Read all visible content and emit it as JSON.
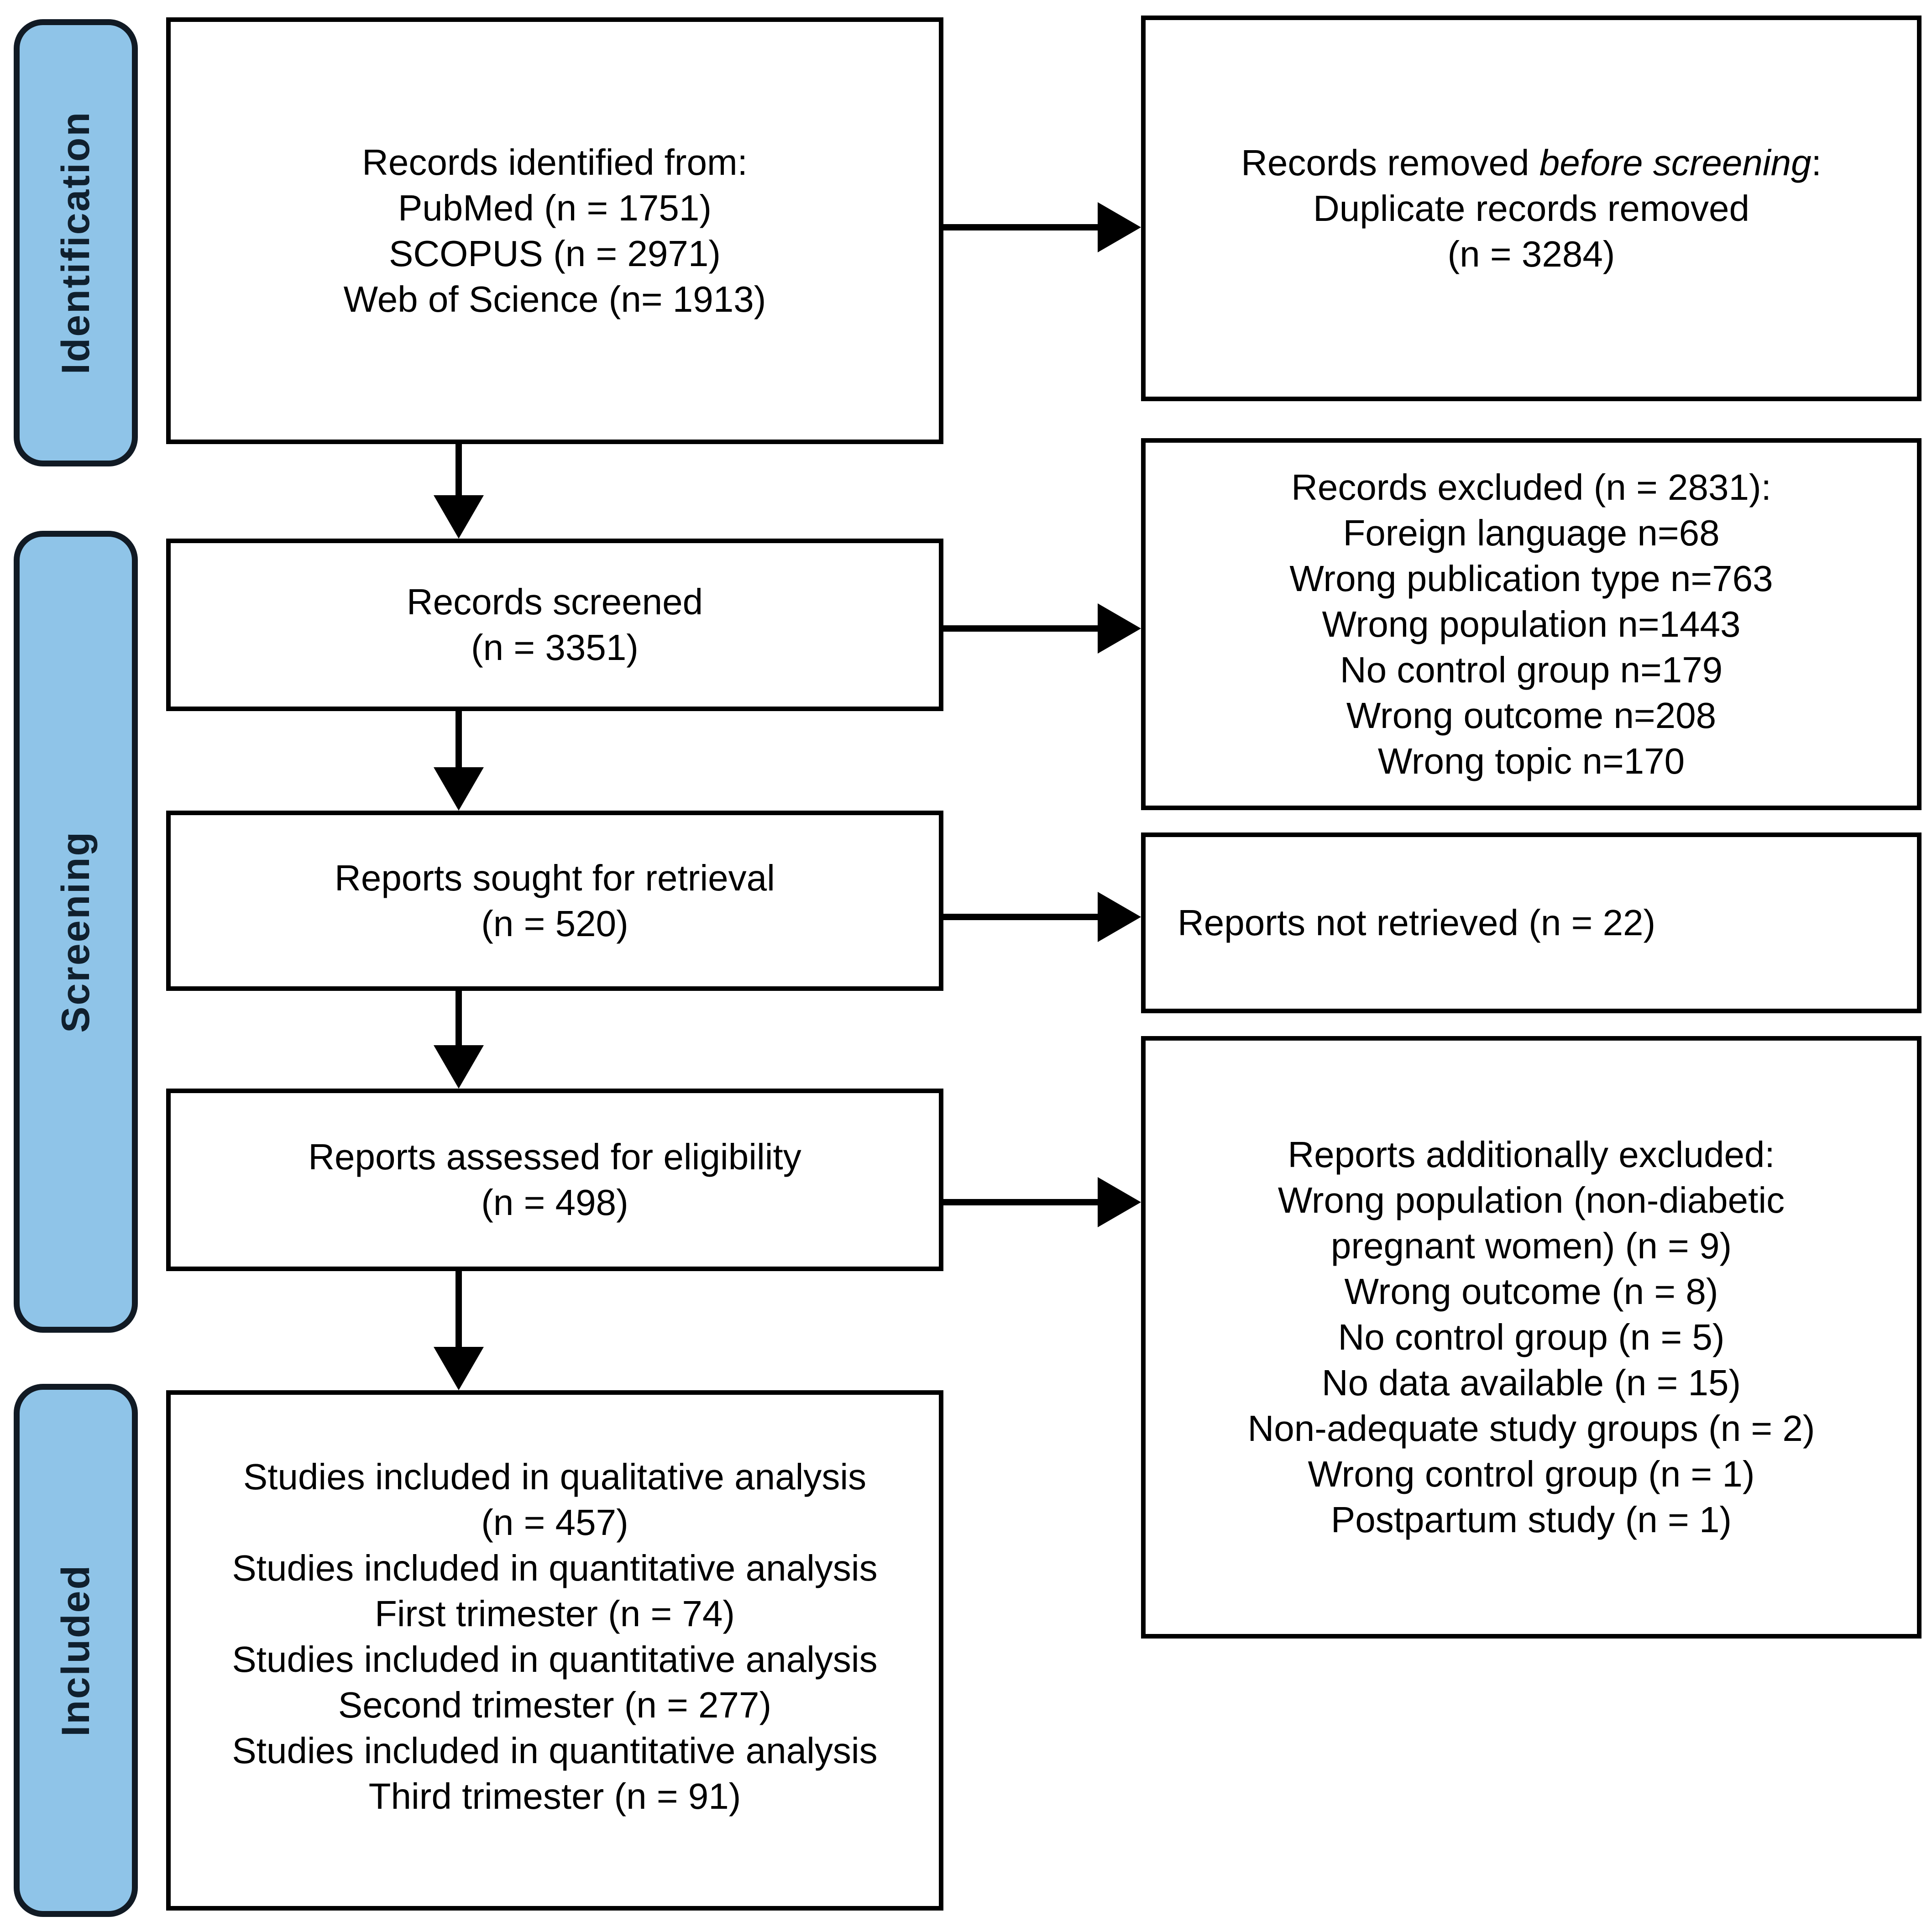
{
  "colors": {
    "stage_fill": "#8FC4E8",
    "stage_border": "#111a24",
    "stage_label": "#10202e",
    "box_border": "#000000",
    "arrow": "#000000",
    "background": "#ffffff"
  },
  "sidebar": {
    "stages": [
      {
        "label": "Identification"
      },
      {
        "label": "Screening"
      },
      {
        "label": "Included"
      }
    ]
  },
  "boxes": {
    "identified": {
      "lines": [
        "Records identified from:",
        "PubMed (n = 1751)",
        "SCOPUS (n = 2971)",
        "Web of Science (n= 1913)"
      ]
    },
    "removed": {
      "title_prefix": "Records removed ",
      "title_italic": "before screening",
      "title_suffix": ":",
      "lines": [
        "Duplicate records removed",
        "(n = 3284)"
      ]
    },
    "screened": {
      "lines": [
        "Records screened",
        "(n = 3351)"
      ]
    },
    "excluded": {
      "lines": [
        "Records excluded (n = 2831):",
        "Foreign language n=68",
        "Wrong publication type n=763",
        "Wrong population n=1443",
        "No control group n=179",
        "Wrong outcome n=208",
        "Wrong topic n=170"
      ]
    },
    "sought": {
      "lines": [
        "Reports sought for retrieval",
        "(n = 520)"
      ]
    },
    "not_retrieved": {
      "lines": [
        "Reports not retrieved (n = 22)"
      ]
    },
    "assessed": {
      "lines": [
        "Reports assessed for eligibility",
        "(n = 498)"
      ]
    },
    "additionally_excluded": {
      "lines": [
        "Reports additionally excluded:",
        "Wrong population (non-diabetic",
        "pregnant women) (n = 9)",
        "Wrong outcome (n = 8)",
        "No control group (n = 5)",
        "No data available (n = 15)",
        "Non-adequate study groups (n = 2)",
        "Wrong control group (n = 1)",
        "Postpartum study (n = 1)"
      ]
    },
    "included_studies": {
      "lines": [
        "Studies included in qualitative analysis",
        "(n = 457)",
        "Studies included in quantitative analysis",
        "First trimester (n = 74)",
        "Studies included in quantitative analysis",
        "Second trimester (n = 277)",
        "Studies included in quantitative analysis",
        "Third trimester (n = 91)"
      ]
    }
  }
}
